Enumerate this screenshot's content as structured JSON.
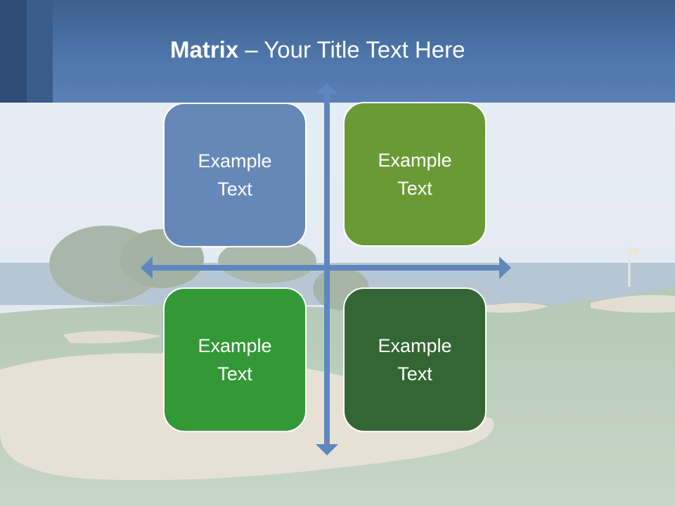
{
  "slide": {
    "title_bold": "Matrix",
    "title_rest": " – Your Title Text Here"
  },
  "colors": {
    "header": "#4e76aa",
    "arrow": "#5f86bd",
    "quadrant_top_left": "#6688b8",
    "quadrant_top_right": "#6a9a34",
    "quadrant_bottom_left": "#339936",
    "quadrant_bottom_right": "#336633"
  },
  "quadrants": [
    {
      "id": "top-left",
      "text": "Example\nText"
    },
    {
      "id": "top-right",
      "text": "Example\nText"
    },
    {
      "id": "bottom-left",
      "text": "Example\nText"
    },
    {
      "id": "bottom-right",
      "text": "Example\nText"
    }
  ]
}
